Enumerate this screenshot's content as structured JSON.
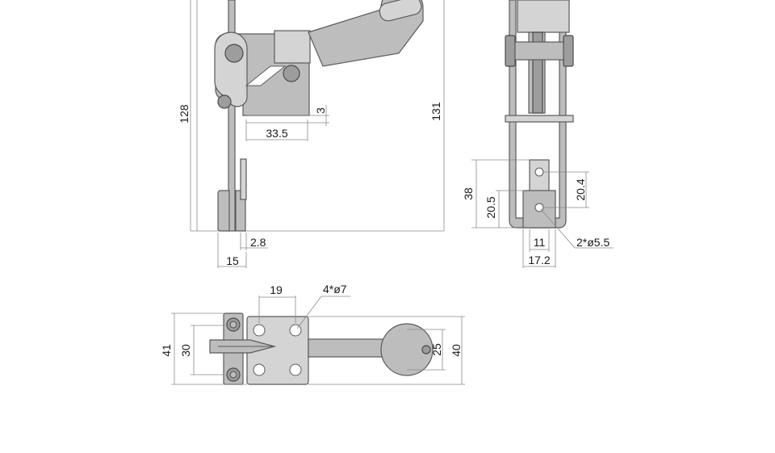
{
  "colors": {
    "metal": "#bdbdbd",
    "metal_light": "#d4d4d4",
    "metal_dark": "#9d9d9d",
    "outline": "#5a5a5a",
    "dimension_line": "#8a8a8a",
    "text": "#1a1a1a"
  },
  "side_view": {
    "dim_height_overall": "128",
    "dim_height_right": "131",
    "dim_gap": "3",
    "dim_base_length": "33.5",
    "dim_thickness": "2.8",
    "dim_hook_width": "15"
  },
  "end_view": {
    "dim_height": "38",
    "dim_hole_height": "20.5",
    "dim_hole_spacing": "20.4",
    "dim_hole_offset": "11",
    "dim_width": "17.2",
    "dim_hole_callout": "2*ø5.5"
  },
  "top_view": {
    "dim_hole_spacing": "19",
    "dim_hole_callout": "4*ø7",
    "dim_outer_width": "41",
    "dim_inner_width": "30",
    "dim_handle_width": "25",
    "dim_base_width": "40"
  }
}
